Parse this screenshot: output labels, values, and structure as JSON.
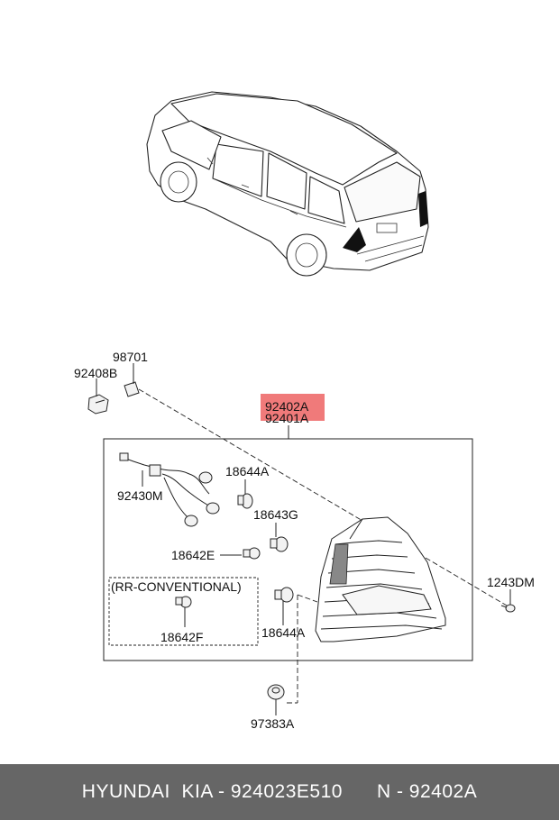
{
  "highlight_color": "#f07a7a",
  "labels": {
    "p98701": "98701",
    "p92408b": "92408B",
    "p92402a": "92402A",
    "p92401a": "92401A",
    "p18644a_top": "18644A",
    "p92430m": "92430M",
    "p18643g": "18643G",
    "p18642e": "18642E",
    "rr_conventional": "(RR-CONVENTIONAL)",
    "p18642f": "18642F",
    "p18644a_bottom": "18644A",
    "p1243dm": "1243DM",
    "p97383a": "97383A"
  },
  "footer": {
    "brand": "HYUNDAI  KIA - 924023E510",
    "code": "N - 92402A"
  }
}
